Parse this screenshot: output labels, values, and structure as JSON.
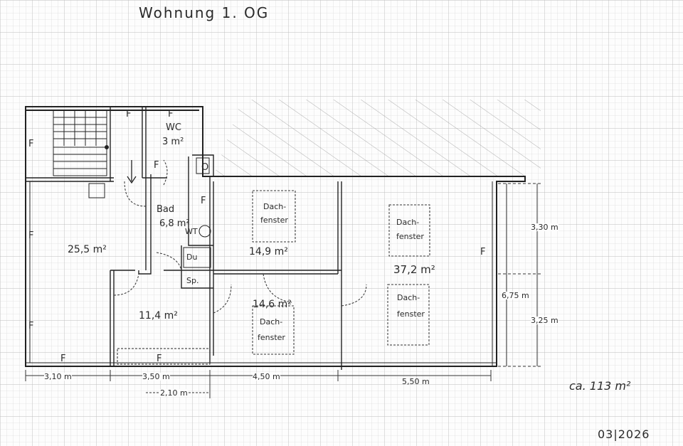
{
  "title": "Wohnung 1. OG",
  "date": "03|2026",
  "total_area": "ca. 113 m²",
  "window_mark": "F",
  "rooms": {
    "wc_label": "WC",
    "wc_area": "3 m²",
    "bad_label": "Bad",
    "bad_area": "6,8 m²",
    "wt_label": "WT",
    "du_label": "Du",
    "sp_label": "Sp.",
    "left_area": "25,5 m²",
    "hall_area": "11,4 m²",
    "center_area": "14,9 m²",
    "center_lower_area": "14,6 m²",
    "right_area": "37,2 m²",
    "chimney": "O"
  },
  "skylights": {
    "line1": "Dach-",
    "line2": "fenster"
  },
  "dimensions": {
    "d1": "3,10 m",
    "d2": "3,50 m",
    "d3": "2,10 m",
    "d4": "4,50 m",
    "d5": "5,50 m",
    "v1": "3,30 m",
    "v2": "6,75 m",
    "v3": "3,25 m"
  }
}
